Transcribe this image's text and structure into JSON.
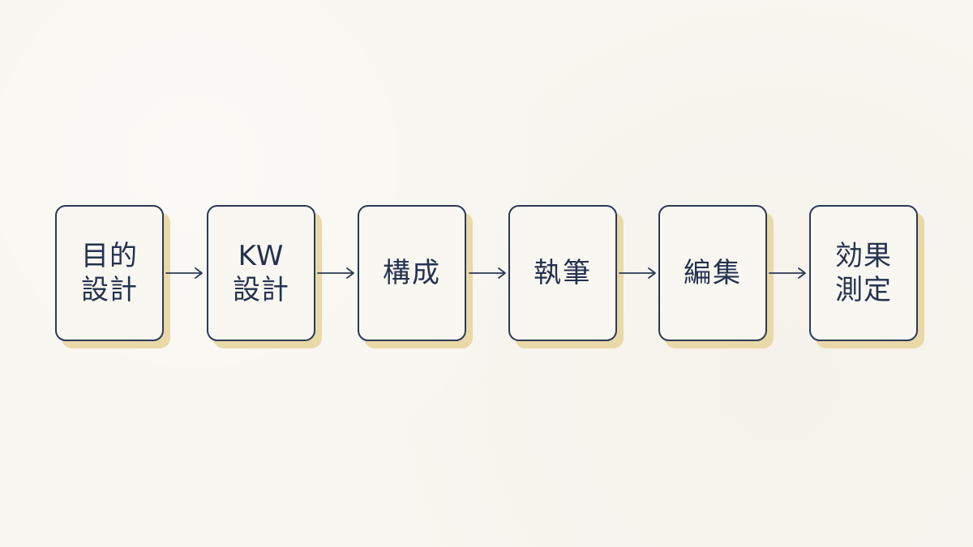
{
  "diagram": {
    "steps": [
      {
        "label": "目的\n設計"
      },
      {
        "label": "KW\n設計"
      },
      {
        "label": "構成"
      },
      {
        "label": "執筆"
      },
      {
        "label": "編集"
      },
      {
        "label": "効果\n測定"
      }
    ],
    "colors": {
      "background": "#f8f6f0",
      "box_border": "#2b3a56",
      "text": "#24324f",
      "shadow": "#ead9a8"
    },
    "connector_icon": "arrow-right-icon"
  }
}
